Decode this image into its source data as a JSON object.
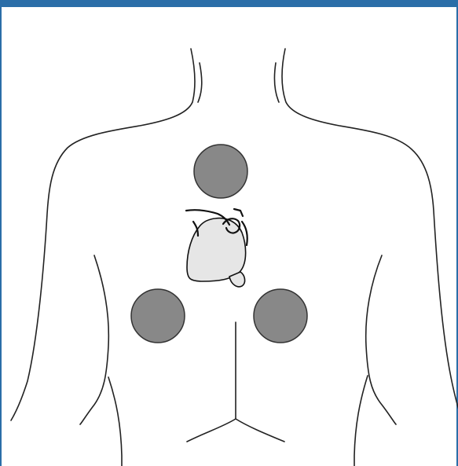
{
  "diagram": {
    "colors": {
      "frame_border": "#2b6ea8",
      "electrode_fill": "#888888",
      "heart_fill": "#e6e6e6",
      "outline": "#222222",
      "background": "#ffffff"
    },
    "electrodes": [
      {
        "position": "upper-chest"
      },
      {
        "position": "lower-right"
      },
      {
        "position": "lower-left"
      }
    ]
  }
}
